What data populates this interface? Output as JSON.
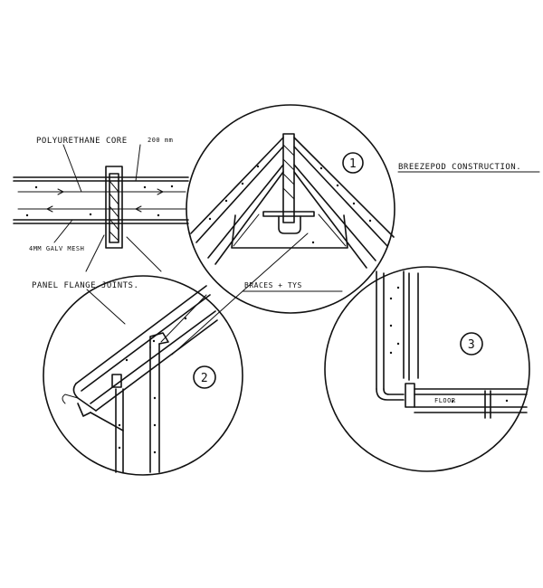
{
  "title": "BREEZEPOD  CONSTRUCTION.",
  "labels": {
    "core": "POLYURETHANE  CORE",
    "thickness": "200 mm",
    "mesh": "4MM  GALV  MESH",
    "joints": "PANEL  FLANGE  JOINTS.",
    "braces": "BRACES  +  TYS",
    "floor": "FLOOR"
  },
  "details": {
    "one": "1",
    "two": "2",
    "three": "3"
  }
}
